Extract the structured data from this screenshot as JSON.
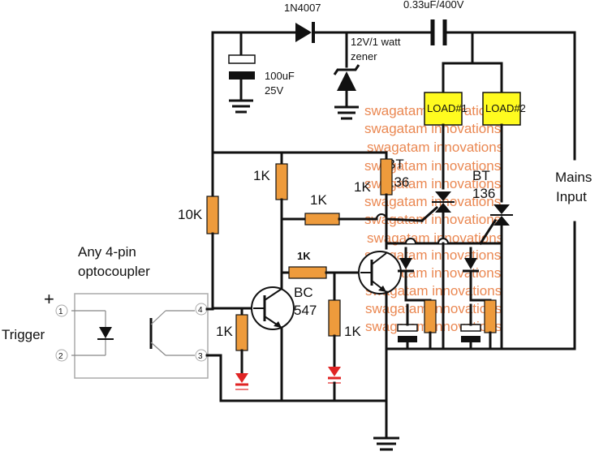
{
  "labels": {
    "diode_main": "1N4007",
    "cap_x": "0.33uF/400V",
    "zener_l1": "12V/1 watt",
    "zener_l2": "zener",
    "cap_e_l1": "100uF",
    "cap_e_l2": "25V",
    "mains_l1": "Mains",
    "mains_l2": "Input",
    "load1": "LOAD#1",
    "load2": "LOAD#2",
    "bt1_l1": "BT",
    "bt1_l2": "136",
    "bt2_l1": "BT",
    "bt2_l2": "136",
    "r_10k": "10K",
    "r_1k_a": "1K",
    "r_1k_b": "1K",
    "r_1k_c": "1K",
    "r_1k_d": "1K",
    "r_1k_e": "1K",
    "r_1k_f": "1K",
    "bc_l1": "BC",
    "bc_l2": "547",
    "opto_l1": "Any 4-pin",
    "opto_l2": "optocoupler",
    "plus": "+",
    "trigger": "Trigger",
    "pin1": "1",
    "pin2": "2",
    "pin3": "3",
    "pin4": "4"
  },
  "watermark": "swagatam innovations",
  "colors": {
    "resistor": "#ee9b3c",
    "load_box": "#fffb1f",
    "watermark": "#e87b3f",
    "led": "#e02424"
  }
}
